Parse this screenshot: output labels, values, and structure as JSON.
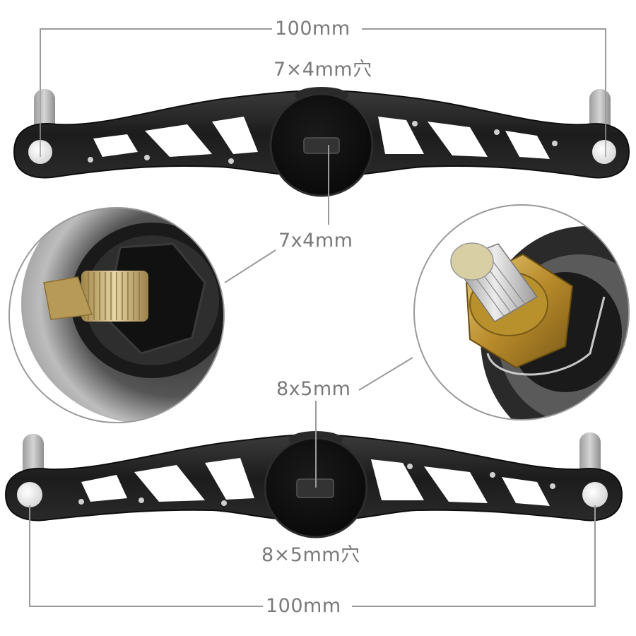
{
  "title": "Fishing reel handle dimension diagram",
  "colors": {
    "dimension_line": "#9a9a9a",
    "label_text": "#7a7a7a",
    "handle_body": "#1d1d1d",
    "handle_highlight": "#3a3a3a",
    "knob_pin": "#b8b8b8",
    "brass": "#c9a24a",
    "silver": "#c8c8c8"
  },
  "top_handle": {
    "length_label": "100mm",
    "hole_label": "7×4mm穴"
  },
  "insets": {
    "left": {
      "shaft_label": "7x4mm",
      "description": "brass square shaft on black hex nut"
    },
    "right": {
      "shaft_label": "8x5mm",
      "description": "silver square shaft on brass hex nut"
    }
  },
  "bottom_handle": {
    "hole_label": "8×5mm穴",
    "length_label": "100mm"
  }
}
